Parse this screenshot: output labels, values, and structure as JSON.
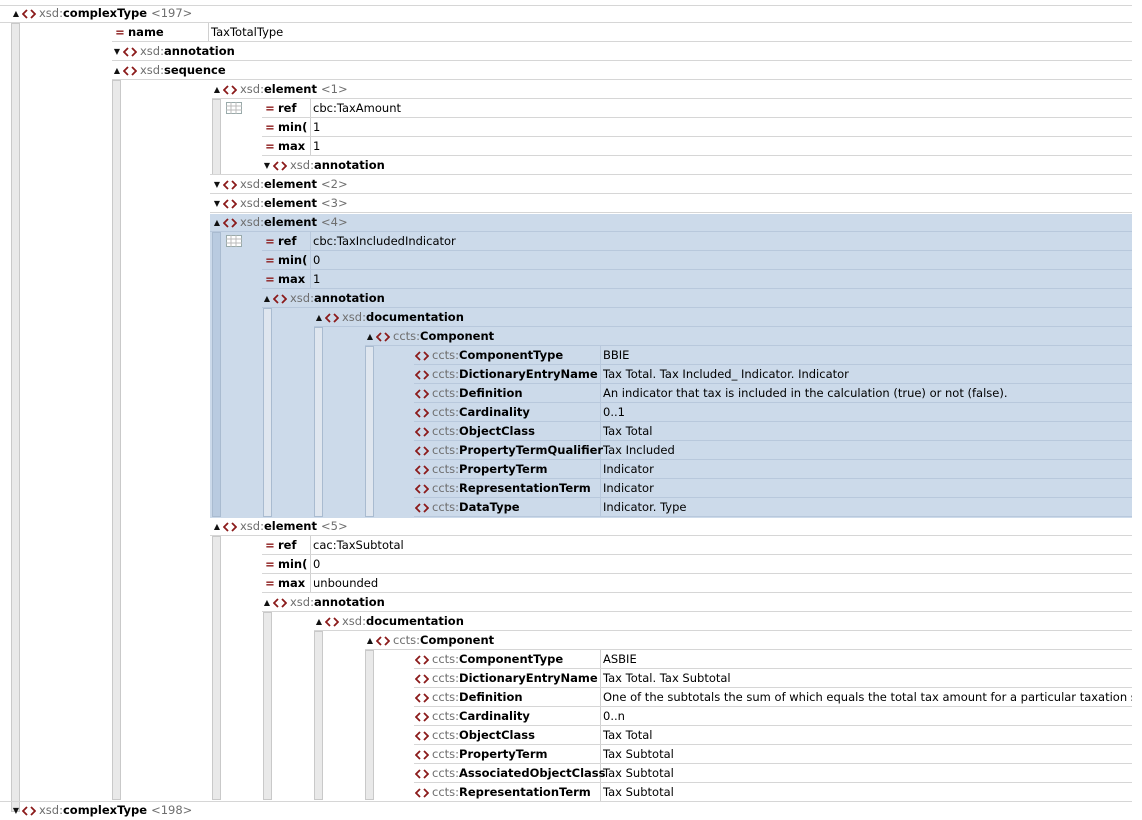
{
  "tree": {
    "complexType_197": {
      "prefix": "xsd:",
      "name": "complexType",
      "count": "<197>"
    },
    "name_attr": {
      "label": "name",
      "value": "TaxTotalType"
    },
    "annotation": {
      "prefix": "xsd:",
      "name": "annotation"
    },
    "sequence": {
      "prefix": "xsd:",
      "name": "sequence"
    },
    "element_1": {
      "prefix": "xsd:",
      "name": "element",
      "count": "<1>",
      "ref": {
        "label": "ref",
        "value": "cbc:TaxAmount"
      },
      "min": {
        "label": "min(",
        "value": "1"
      },
      "max": {
        "label": "max",
        "value": "1"
      },
      "annotation": {
        "prefix": "xsd:",
        "name": "annotation"
      }
    },
    "element_2": {
      "prefix": "xsd:",
      "name": "element",
      "count": "<2>"
    },
    "element_3": {
      "prefix": "xsd:",
      "name": "element",
      "count": "<3>"
    },
    "element_4": {
      "prefix": "xsd:",
      "name": "element",
      "count": "<4>",
      "ref": {
        "label": "ref",
        "value": "cbc:TaxIncludedIndicator"
      },
      "min": {
        "label": "min(",
        "value": "0"
      },
      "max": {
        "label": "max",
        "value": "1"
      },
      "annotation": {
        "prefix": "xsd:",
        "name": "annotation"
      },
      "documentation": {
        "prefix": "xsd:",
        "name": "documentation"
      },
      "component": {
        "prefix": "ccts:",
        "name": "Component"
      },
      "fields": [
        {
          "prefix": "ccts:",
          "name": "ComponentType",
          "value": "BBIE"
        },
        {
          "prefix": "ccts:",
          "name": "DictionaryEntryName",
          "value": "Tax Total. Tax Included_ Indicator. Indicator"
        },
        {
          "prefix": "ccts:",
          "name": "Definition",
          "value": "An indicator that tax is included in the calculation (true) or not (false)."
        },
        {
          "prefix": "ccts:",
          "name": "Cardinality",
          "value": "0..1"
        },
        {
          "prefix": "ccts:",
          "name": "ObjectClass",
          "value": "Tax Total"
        },
        {
          "prefix": "ccts:",
          "name": "PropertyTermQualifier",
          "value": "Tax Included"
        },
        {
          "prefix": "ccts:",
          "name": "PropertyTerm",
          "value": "Indicator"
        },
        {
          "prefix": "ccts:",
          "name": "RepresentationTerm",
          "value": "Indicator"
        },
        {
          "prefix": "ccts:",
          "name": "DataType",
          "value": "Indicator. Type"
        }
      ]
    },
    "element_5": {
      "prefix": "xsd:",
      "name": "element",
      "count": "<5>",
      "ref": {
        "label": "ref",
        "value": "cac:TaxSubtotal"
      },
      "min": {
        "label": "min(",
        "value": "0"
      },
      "max": {
        "label": "max",
        "value": "unbounded"
      },
      "annotation": {
        "prefix": "xsd:",
        "name": "annotation"
      },
      "documentation": {
        "prefix": "xsd:",
        "name": "documentation"
      },
      "component": {
        "prefix": "ccts:",
        "name": "Component"
      },
      "fields": [
        {
          "prefix": "ccts:",
          "name": "ComponentType",
          "value": "ASBIE"
        },
        {
          "prefix": "ccts:",
          "name": "DictionaryEntryName",
          "value": "Tax Total. Tax Subtotal"
        },
        {
          "prefix": "ccts:",
          "name": "Definition",
          "value": "One of the subtotals the sum of which equals the total tax amount for a particular taxation scheme."
        },
        {
          "prefix": "ccts:",
          "name": "Cardinality",
          "value": "0..n"
        },
        {
          "prefix": "ccts:",
          "name": "ObjectClass",
          "value": "Tax Total"
        },
        {
          "prefix": "ccts:",
          "name": "PropertyTerm",
          "value": "Tax Subtotal"
        },
        {
          "prefix": "ccts:",
          "name": "AssociatedObjectClass",
          "value": "Tax Subtotal"
        },
        {
          "prefix": "ccts:",
          "name": "RepresentationTerm",
          "value": "Tax Subtotal"
        }
      ]
    },
    "complexType_198": {
      "prefix": "xsd:",
      "name": "complexType",
      "count": "<198>"
    }
  },
  "colors": {
    "tag": "#8b1a1a",
    "prefix": "#6e6e6e",
    "highlight": "#ccdaea"
  },
  "icons": {
    "expanded": "triangle-up",
    "collapsed": "triangle-down",
    "element": "angle-brackets",
    "attribute": "equals-sign",
    "table": "grid-icon"
  }
}
